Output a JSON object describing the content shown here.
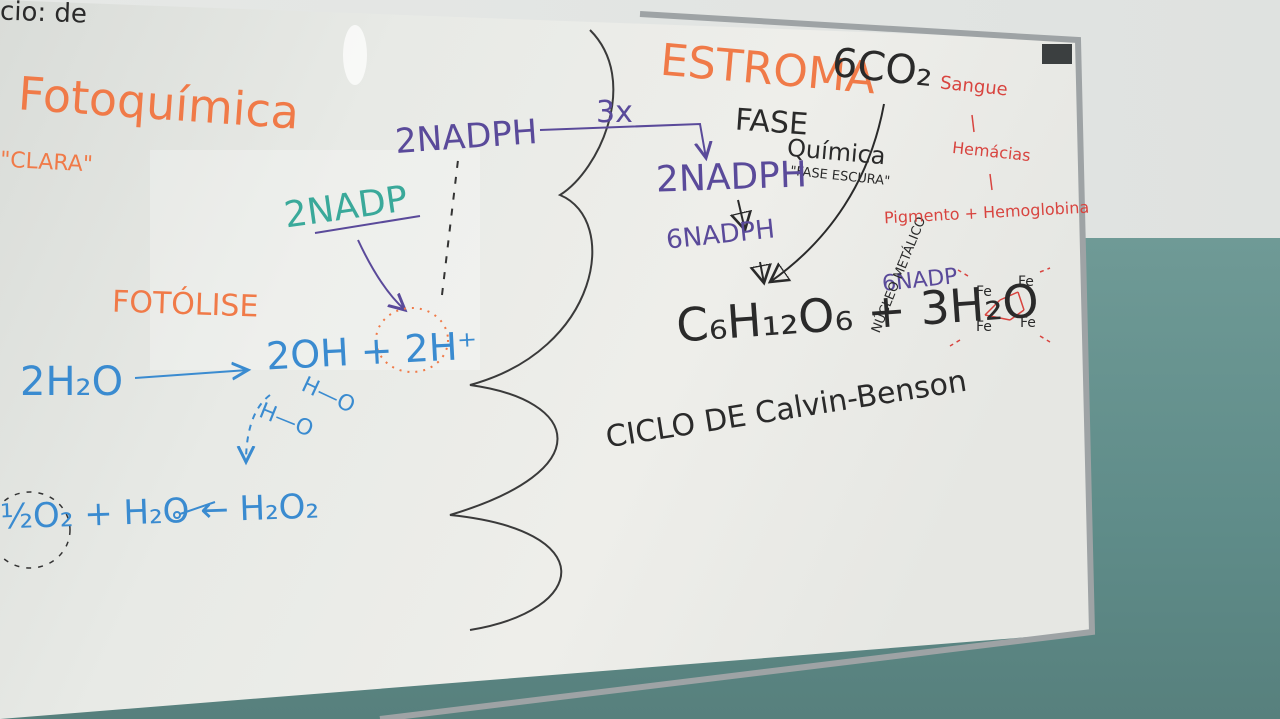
{
  "board": {
    "fragment_top_left": "cio: de",
    "fotoquimica": "Fotoquímica",
    "clara": "\"CLARA\"",
    "fotolise": "FOTÓLISE",
    "eq_2h2o": "2H₂O",
    "eq_2oh": "2OH + 2H⁺",
    "oh_pair_1": "H—O",
    "oh_pair_2": "H—O",
    "eq_o2": "½O₂ + H₂O ← H₂O₂",
    "nadp": "2NADP",
    "nadph_left": "2NADPH",
    "times3": "3x",
    "estroma": "ESTROMA",
    "co2": "6CO₂",
    "fase": "FASE",
    "quimica": "Química",
    "fase_escura": "\"FASE ESCURA\"",
    "nadph_right": "2NADPH",
    "nadph6": "6NADPH",
    "glucose": "C₆H₁₂O₆ + 3H₂O",
    "nadp6": "6NADP",
    "nucleo": "NÚCLEO METÁLICO",
    "ciclo": "CICLO DE Calvin-Benson",
    "sangue": "Sangue",
    "hemacias": "Hemácias",
    "pigmento": "Pigmento + Hemoglobina",
    "fe_label": "Fe"
  }
}
